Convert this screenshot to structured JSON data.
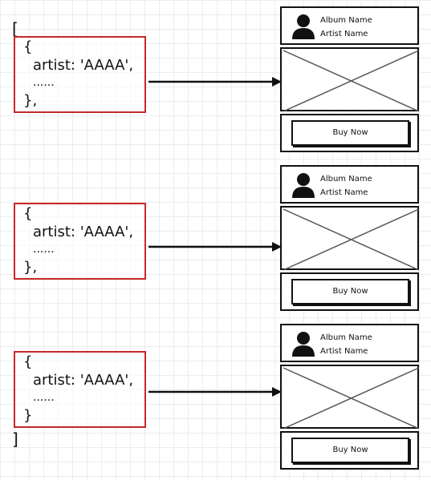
{
  "brackets": {
    "open": "[",
    "close": "]"
  },
  "objects": [
    {
      "open": "{",
      "field": "artist: 'AAAA',",
      "ellipsis": "......",
      "close": "},"
    },
    {
      "open": "{",
      "field": "artist: 'AAAA',",
      "ellipsis": "......",
      "close": "},"
    },
    {
      "open": "{",
      "field": "artist: 'AAAA',",
      "ellipsis": "......",
      "close": "}"
    }
  ],
  "cards": [
    {
      "album_name": "Album Name",
      "artist_name": "Artist Name",
      "button_label": "Buy Now",
      "avatar_icon": "user-avatar-icon",
      "image_icon": "image-placeholder-icon"
    },
    {
      "album_name": "Album Name",
      "artist_name": "Artist Name",
      "button_label": "Buy Now",
      "avatar_icon": "user-avatar-icon",
      "image_icon": "image-placeholder-icon"
    },
    {
      "album_name": "Album Name",
      "artist_name": "Artist Name",
      "button_label": "Buy Now",
      "avatar_icon": "user-avatar-icon",
      "image_icon": "image-placeholder-icon"
    }
  ],
  "colors": {
    "json_box_border": "#c62828",
    "stroke": "#111111",
    "placeholder_cross": "#555555",
    "grid": "#ececec"
  }
}
